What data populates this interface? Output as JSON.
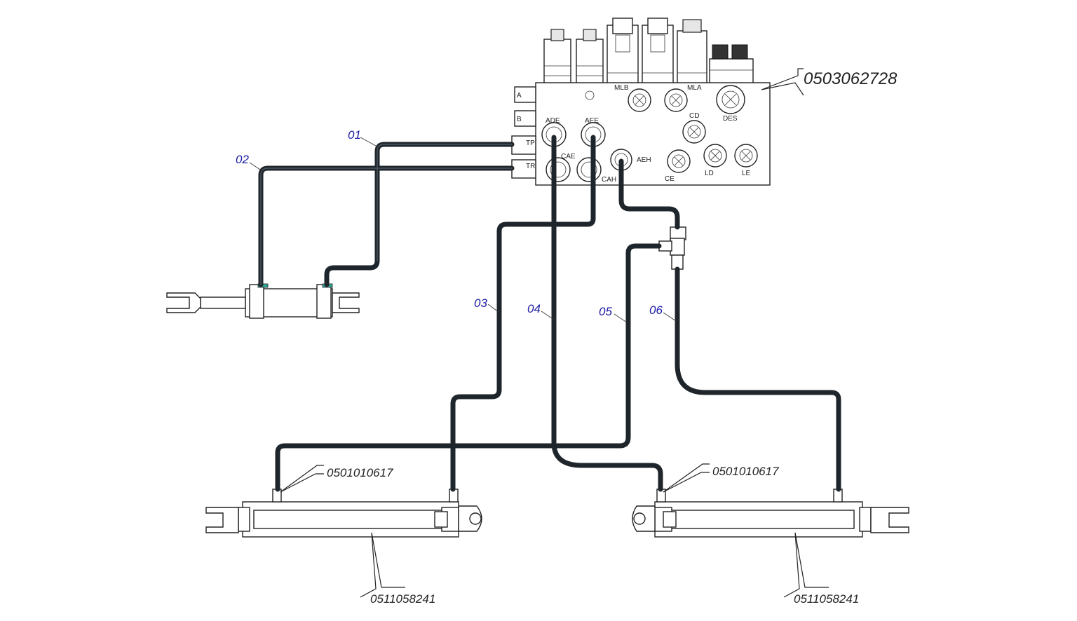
{
  "hoses": [
    "01",
    "02",
    "03",
    "04",
    "05",
    "06"
  ],
  "parts": {
    "valve_block": "0503062728",
    "fitting_left": "0501010617",
    "fitting_right": "0501010617",
    "cylinder_left": "0511058241",
    "cylinder_right": "0511058241"
  },
  "ports": {
    "A": "A",
    "B": "B",
    "TP": "TP",
    "TR": "TR",
    "ADE": "ADE",
    "AEE": "AEE",
    "CAE": "CAE",
    "CAH": "CAH",
    "AEH": "AEH",
    "MLB": "MLB",
    "MLA": "MLA",
    "CD": "CD",
    "DES": "DES",
    "CE": "CE",
    "LD": "LD",
    "LE": "LE"
  }
}
